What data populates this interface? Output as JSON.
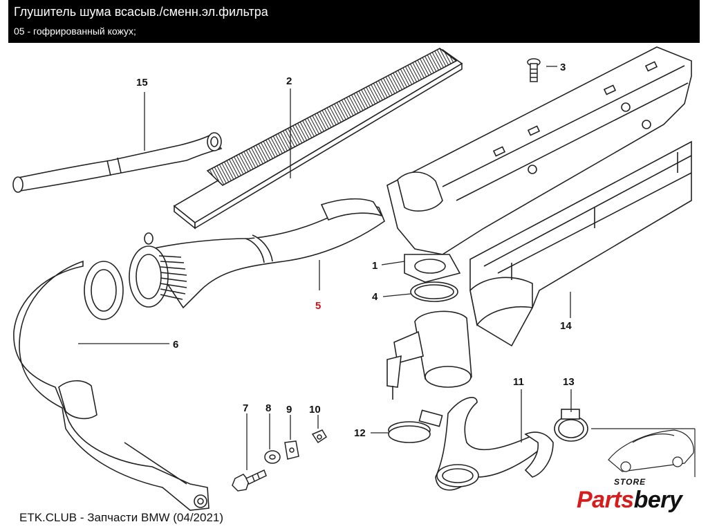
{
  "header": {
    "title": "Глушитель шума всасыв./сменн.эл.фильтра",
    "subtitle": "05 - гофрированный кожух;"
  },
  "callouts": {
    "c1": "1",
    "c2": "2",
    "c3": "3",
    "c4": "4",
    "c5": "5",
    "c6": "6",
    "c7": "7",
    "c8": "8",
    "c9": "9",
    "c10": "10",
    "c11": "11",
    "c12": "12",
    "c13": "13",
    "c14": "14",
    "c15": "15"
  },
  "highlight": {
    "part": "5",
    "color": "#d0101a"
  },
  "footer": {
    "text": "ETK.CLUB - Запчасти BMW (04/2021)"
  },
  "logo": {
    "store": "STORE",
    "brand_a": "Parts",
    "brand_b": "bery",
    "accent": "#d61d1d"
  }
}
